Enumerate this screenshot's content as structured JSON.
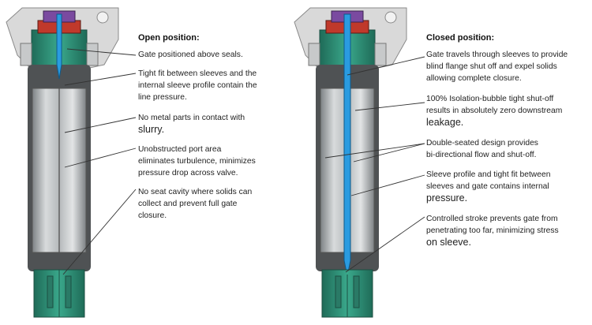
{
  "left_panel": {
    "heading": "Open position:",
    "callouts": [
      {
        "lines": [
          "Gate positioned above seals."
        ]
      },
      {
        "lines": [
          "Tight fit between sleeves and the",
          "internal sleeve profile contain the",
          "line pressure."
        ]
      },
      {
        "lines": [
          "No metal parts in contact with"
        ],
        "big_line": "slurry."
      },
      {
        "lines": [
          "Unobstructed port area",
          "eliminates turbulence, minimizes",
          "pressure drop across valve."
        ]
      },
      {
        "lines": [
          "No seat cavity where solids can",
          "collect and prevent full gate",
          "closure."
        ]
      }
    ]
  },
  "right_panel": {
    "heading": "Closed position:",
    "callouts": [
      {
        "lines": [
          "Gate travels through sleeves to provide",
          "blind flange shut off and expel solids",
          "allowing complete closure."
        ]
      },
      {
        "lines": [
          "100% Isolation-bubble tight shut-off",
          "results in absolutely zero downstream"
        ],
        "big_line": "leakage."
      },
      {
        "lines": [
          "Double-seated design provides",
          "bi-directional flow and shut-off."
        ]
      },
      {
        "lines": [
          "Sleeve profile and tight fit between",
          "sleeves and gate contains internal"
        ],
        "big_line": "pressure."
      },
      {
        "lines": [
          "Controlled stroke prevents gate from",
          "penetrating too far, minimizing stress"
        ],
        "big_line": "on sleeve."
      }
    ]
  },
  "colors": {
    "housing": "#d9d9d9",
    "housing_stroke": "#8a8a8a",
    "sleeve_body": "#a8acae",
    "rubber": "#4f5254",
    "green_seal": "#2f8f77",
    "gate_blue": "#2a9be0",
    "leader_line": "#333333"
  }
}
